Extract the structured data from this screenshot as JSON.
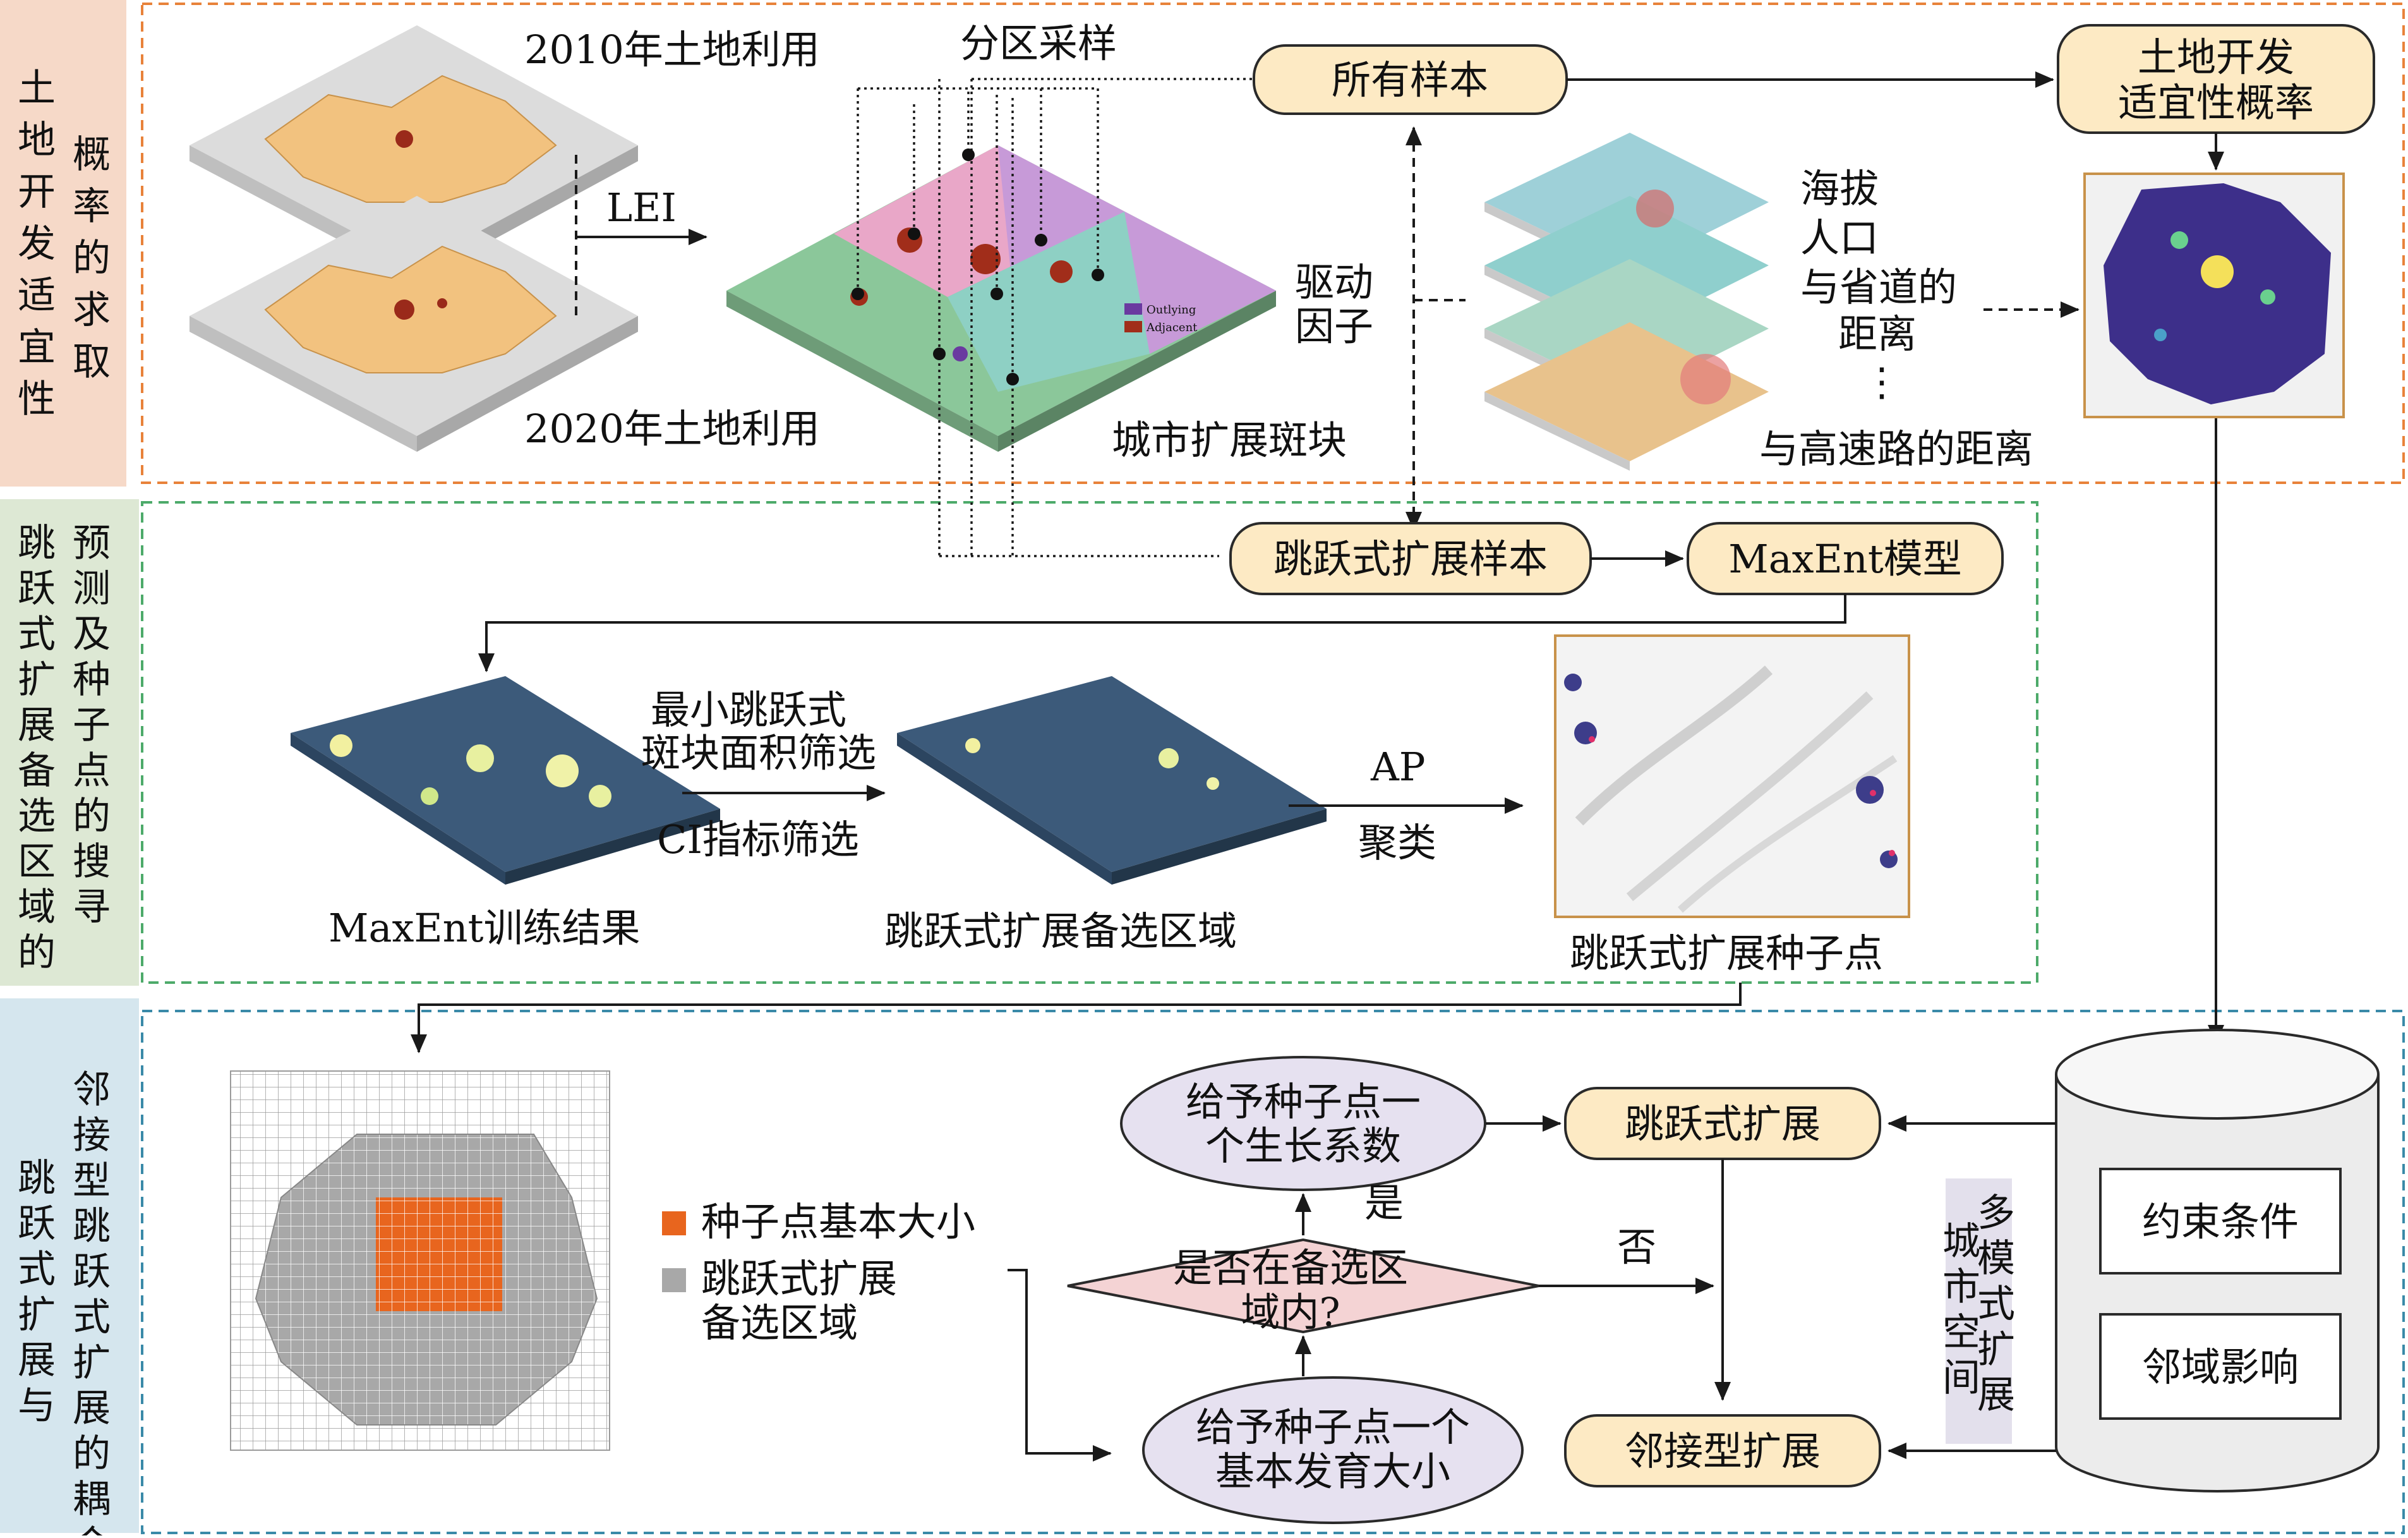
{
  "panels": {
    "row1": {
      "side_left": "土地开发适宜性",
      "side_right": "概率的求取"
    },
    "row2": {
      "side_left": "跳跃式扩展备选区域的",
      "side_right": "预测及种子点的搜寻"
    },
    "row3": {
      "side_left": "跳跃式扩展与",
      "side_right": "邻接型跳跃式扩展的耦合"
    }
  },
  "labels": {
    "lu2010": "2010年土地利用",
    "lu2020": "2020年土地利用",
    "lei": "LEI",
    "zonal_sampling": "分区采样",
    "urban_patch": "城市扩展斑块",
    "legend_outlying": "Outlying",
    "legend_adjacent": "Adjacent",
    "driving_factors_1": "驱动",
    "driving_factors_2": "因子",
    "factor_elevation": "海拔",
    "factor_population": "人口",
    "factor_road_1": "与省道的",
    "factor_road_2": "距离",
    "factor_ellipsis": "⋮",
    "factor_highway": "与高速路的距离",
    "filter_area_1": "最小跳跃式",
    "filter_area_2": "斑块面积筛选",
    "filter_ci": "CI指标筛选",
    "ap_1": "AP",
    "ap_2": "聚类",
    "maxent_result": "MaxEnt训练结果",
    "candidate_area": "跳跃式扩展备选区域",
    "seed_points": "跳跃式扩展种子点",
    "legend_seed": "种子点基本大小",
    "legend_candidate_1": "跳跃式扩展",
    "legend_candidate_2": "备选区域",
    "yes": "是",
    "no": "否",
    "model_vertical_1": "多模式扩展",
    "model_vertical_2": "城市空间"
  },
  "nodes": {
    "all_samples": "所有样本",
    "suitability_prob_1": "土地开发",
    "suitability_prob_2": "适宜性概率",
    "jump_samples": "跳跃式扩展样本",
    "maxent_model": "MaxEnt模型",
    "growth_coef_1": "给予种子点一",
    "growth_coef_2": "个生长系数",
    "in_candidate_1": "是否在备选区",
    "in_candidate_2": "域内?",
    "base_size_1": "给予种子点一个",
    "base_size_2": "基本发育大小",
    "jump_expansion": "跳跃式扩展",
    "adjacent_expansion": "邻接型扩展",
    "constraints": "约束条件",
    "neighborhood": "邻域影响"
  },
  "colors": {
    "panel1_border": "#e8823a",
    "panel2_border": "#4daa6a",
    "panel3_border": "#3a8aa8",
    "side1_bg": "#f6d9c8",
    "side2_bg": "#dde8d4",
    "side3_bg": "#d5e6ee",
    "node_fill": "#fdeac4",
    "oval_fill": "#e6e1f0",
    "diamond_fill": "#f4d3d4",
    "seed_orange": "#e8651e",
    "candidate_gray": "#a8a8a8"
  }
}
